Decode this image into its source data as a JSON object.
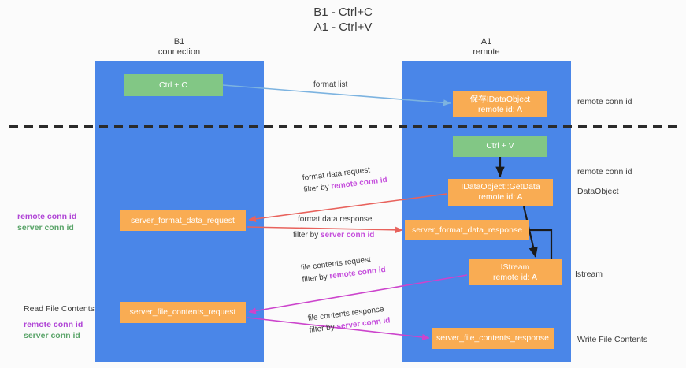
{
  "title": {
    "line1": "B1 - Ctrl+C",
    "line2": "A1 - Ctrl+V"
  },
  "lanes": [
    {
      "name": "B1",
      "role": "connection"
    },
    {
      "name": "A1",
      "role": "remote"
    }
  ],
  "boxes": {
    "ctrl_c": "Ctrl + C",
    "save_dataobject_l1": "保存IDataObject",
    "save_dataobject_l2": "remote id: A",
    "ctrl_v": "Ctrl + V",
    "getdata_l1": "IDataObject::GetData",
    "getdata_l2": "remote id: A",
    "server_format_data_request": "server_format_data_request",
    "server_format_data_response": "server_format_data_response",
    "istream_l1": "IStream",
    "istream_l2": "remote id: A",
    "server_file_contents_request": "server_file_contents_request",
    "server_file_contents_response": "server_file_contents_response"
  },
  "edges": {
    "format_list": "format list",
    "format_data_request": "format data request",
    "format_data_request_filter_prefix": "filter by ",
    "format_data_request_filter_key": "remote conn id",
    "format_data_response": "format data response",
    "format_data_response_filter_prefix": "filter by ",
    "format_data_response_filter_key": "server conn id",
    "file_contents_request": "file contents request",
    "file_contents_request_filter_prefix": "filter by ",
    "file_contents_request_filter_key": "remote conn id",
    "file_contents_response": "file contents response",
    "file_contents_response_filter_prefix": "filter by ",
    "file_contents_response_filter_key": "server conn id"
  },
  "annotations": {
    "left_ids_remote": "remote conn id",
    "left_ids_server": "server conn id",
    "read_file_contents": "Read File Contents",
    "left_ids2_remote": "remote conn id",
    "left_ids2_server": "server conn id",
    "right_remote_top": "remote conn id",
    "right_remote_mid": "remote conn id",
    "right_dataobject": "DataObject",
    "right_istream": "Istream",
    "right_write_file_contents": "Write File Contents"
  },
  "colors": {
    "lane": "#4a86e8",
    "green_box": "#82c785",
    "orange_box": "#f9ac53",
    "purple_text": "#b045d6",
    "green_text": "#5aa469",
    "arrow_blue": "#7cb3e0",
    "arrow_red": "#e8625c",
    "arrow_magenta": "#cc44cc",
    "arrow_black": "#1a1a1a",
    "divider": "#2b2b2b"
  }
}
